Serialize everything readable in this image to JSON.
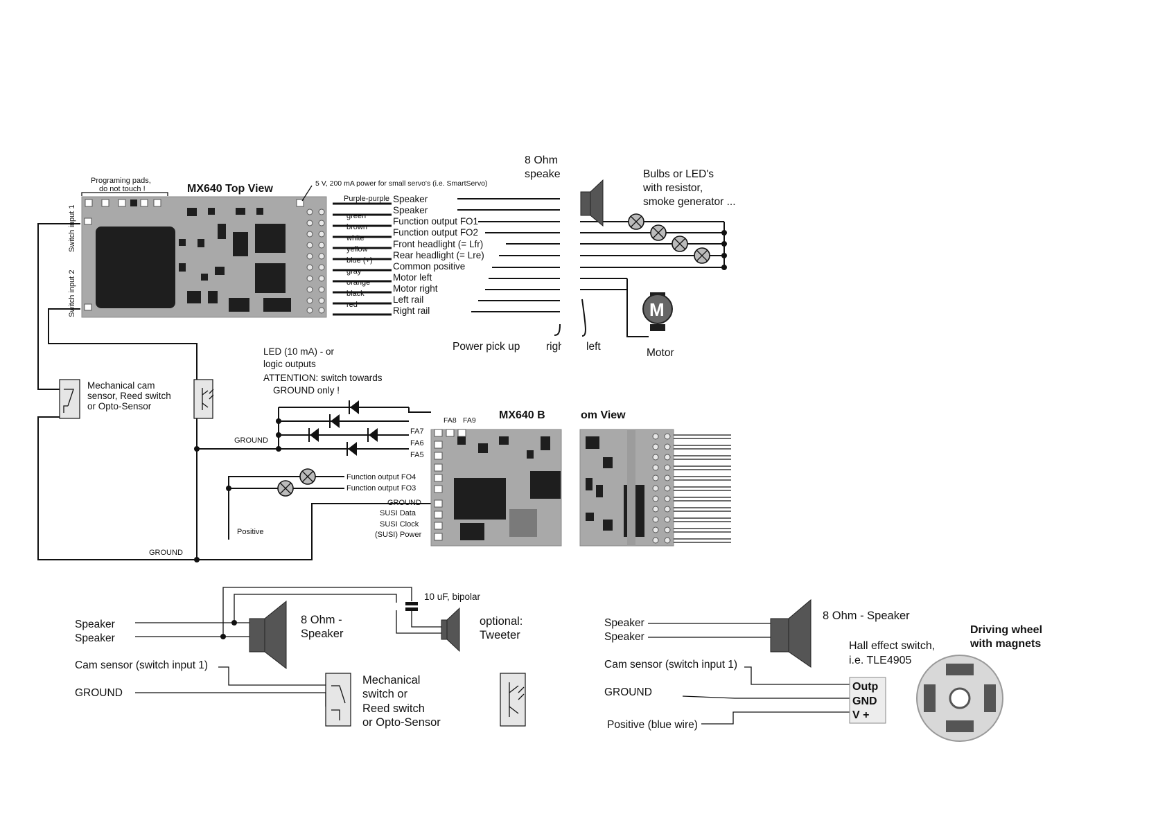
{
  "top_view": {
    "title": "MX640  Top View",
    "prog_pads_1": "Programing pads,",
    "prog_pads_2": "do not touch !",
    "servo_power": "5 V,  200 mA power for small servo's (i.e. SmartServo)",
    "switch_input_1": "Switch input 1",
    "switch_input_2": "Switch input 2",
    "wires": [
      {
        "color": "Purple-purple",
        "function": "Speaker"
      },
      {
        "color": "",
        "function": "Speaker"
      },
      {
        "color": "green",
        "function": "Function output FO1"
      },
      {
        "color": "brown",
        "function": "Function output FO2"
      },
      {
        "color": "white",
        "function": "Front headlight (= Lfr)"
      },
      {
        "color": "yellow",
        "function": "Rear headlight (= Lre)"
      },
      {
        "color": "blue (+)",
        "function": "Common positive"
      },
      {
        "color": "gray",
        "function": "Motor left"
      },
      {
        "color": "orange",
        "function": "Motor right"
      },
      {
        "color": "black",
        "function": "Left rail"
      },
      {
        "color": "red",
        "function": "Right rail"
      }
    ]
  },
  "right_top": {
    "speaker_1": "8 Ohm",
    "speaker_2": "speake",
    "bulbs_1": "Bulbs or LED's",
    "bulbs_2": "with resistor,",
    "bulbs_3": "smoke generator ...",
    "motor_letter": "M",
    "motor_label": "Motor",
    "power_pickup": "Power pick up",
    "right": "righ",
    "left": "left"
  },
  "middle": {
    "led_1": "LED (10 mA) - or",
    "led_2": "logic outputs",
    "attention_1": "ATTENTION: switch towards",
    "attention_2": "GROUND only !",
    "cam_1": "Mechanical cam",
    "cam_2": "sensor, Reed switch",
    "cam_3": "or Opto-Sensor",
    "ground_a": "GROUND",
    "ground_b": "GROUND",
    "positive": "Positive",
    "fo4": "Function output FO4",
    "fo3": "Function output FO3"
  },
  "bottom_view": {
    "title_a": "MX640 B",
    "title_b": "om View",
    "fa8": "FA8",
    "fa9": "FA9",
    "fa7": "FA7",
    "fa6": "FA6",
    "fa5": "FA5",
    "pads": [
      "GROUND",
      "SUSI Data",
      "SUSI Clock",
      "(SUSI) Power"
    ]
  },
  "bottom_left": {
    "speaker_a": "Speaker",
    "speaker_b": "Speaker",
    "cam": "Cam sensor (switch input 1)",
    "ground": "GROUND",
    "cap": "10 uF,  bipolar",
    "spk_1": "8 Ohm -",
    "spk_2": "Speaker",
    "tw_1": "optional:",
    "tw_2": "Tweeter",
    "mech_1": "Mechanical",
    "mech_2": "switch or",
    "mech_3": "Reed switch",
    "mech_4": "or Opto-Sensor"
  },
  "bottom_right": {
    "speaker_a": "Speaker",
    "speaker_b": "Speaker",
    "spk": "8 Ohm - Speaker",
    "cam": "Cam sensor (switch input 1)",
    "ground": "GROUND",
    "positive": "Positive (blue wire)",
    "hall_1": "Hall effect switch,",
    "hall_2": "i.e. TLE4905",
    "pin_out": "Outp",
    "pin_gnd": "GND",
    "pin_v": "V +",
    "wheel_1": "Driving wheel",
    "wheel_2": "with magnets"
  }
}
